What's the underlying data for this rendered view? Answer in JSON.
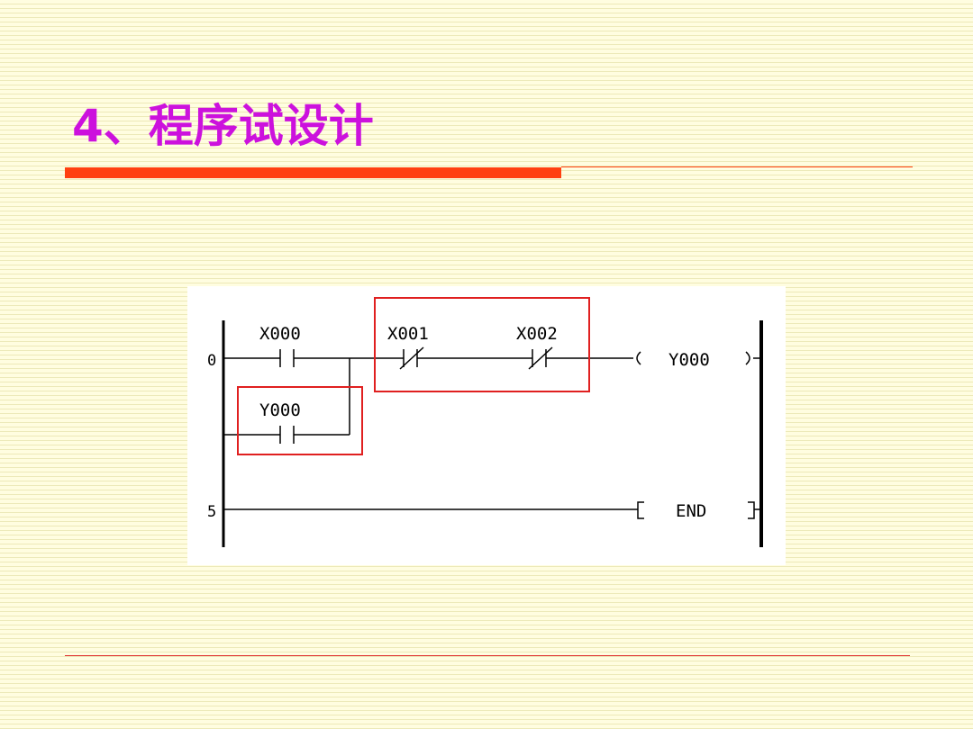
{
  "slide": {
    "title": "4、程序试设计"
  },
  "ladder": {
    "rungs": [
      {
        "step": "0",
        "contacts": [
          {
            "label": "X000",
            "type": "NO"
          },
          {
            "label": "X001",
            "type": "NC"
          },
          {
            "label": "X002",
            "type": "NC"
          }
        ],
        "parallel_branch": {
          "label": "Y000",
          "type": "NO"
        },
        "output": "Y000"
      },
      {
        "step": "5",
        "instruction": "END"
      }
    ],
    "highlight_color": "#e02020"
  }
}
